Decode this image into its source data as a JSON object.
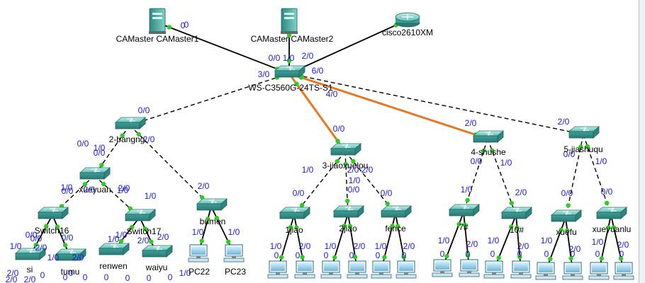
{
  "diagram": {
    "devices": [
      {
        "id": "camaster1",
        "kind": "server",
        "label": "CAMaster CAMaster1"
      },
      {
        "id": "camaster2",
        "kind": "server",
        "label": "CAMaster CAMaster2"
      },
      {
        "id": "cisco2610",
        "kind": "router",
        "label": "cisco2610XM"
      },
      {
        "id": "core",
        "kind": "switch",
        "label": "WS-C3560G-24TS-S1"
      },
      {
        "id": "bangong",
        "kind": "switch",
        "label": "2-bangng"
      },
      {
        "id": "jiaoxuelou",
        "kind": "switch",
        "label": "3-jiaoxuelou"
      },
      {
        "id": "shushe",
        "kind": "switch",
        "label": "4-shushe"
      },
      {
        "id": "jiashuqu",
        "kind": "switch",
        "label": "5-jiashuqu"
      },
      {
        "id": "xueyuan",
        "kind": "switch",
        "label": "xueyuan"
      },
      {
        "id": "bumen",
        "kind": "switch",
        "label": "bumen"
      },
      {
        "id": "switch16",
        "kind": "switch",
        "label": "Switch16"
      },
      {
        "id": "switch17",
        "kind": "switch",
        "label": "Switch17"
      },
      {
        "id": "si",
        "kind": "switch",
        "label": "si"
      },
      {
        "id": "tumu",
        "kind": "switch",
        "label": "tumu"
      },
      {
        "id": "renwen",
        "kind": "switch",
        "label": "renwen"
      },
      {
        "id": "waiyu",
        "kind": "switch",
        "label": "waiyu"
      },
      {
        "id": "1jiao",
        "kind": "switch",
        "label": "1jiao"
      },
      {
        "id": "2jiao",
        "kind": "switch",
        "label": "2jiao"
      },
      {
        "id": "fence",
        "kind": "switch",
        "label": "fence"
      },
      {
        "id": "7#",
        "kind": "switch",
        "label": "7#"
      },
      {
        "id": "10#",
        "kind": "switch",
        "label": "10#"
      },
      {
        "id": "xuefu",
        "kind": "switch",
        "label": "xuefu"
      },
      {
        "id": "xueyuanlu",
        "kind": "switch",
        "label": "xueyuanlu"
      },
      {
        "id": "pc22",
        "kind": "pc",
        "label": "PC22"
      },
      {
        "id": "pc23",
        "kind": "pc",
        "label": "PC23"
      },
      {
        "id": "pc_a1",
        "kind": "pc",
        "label": ""
      },
      {
        "id": "pc_a2",
        "kind": "pc",
        "label": ""
      },
      {
        "id": "pc_b1",
        "kind": "pc",
        "label": ""
      },
      {
        "id": "pc_b2",
        "kind": "pc",
        "label": ""
      },
      {
        "id": "pc_c1",
        "kind": "pc",
        "label": ""
      },
      {
        "id": "pc_c2",
        "kind": "pc",
        "label": ""
      },
      {
        "id": "pc_d1",
        "kind": "pc",
        "label": ""
      },
      {
        "id": "pc_d2",
        "kind": "pc",
        "label": ""
      },
      {
        "id": "pc_e1",
        "kind": "pc",
        "label": ""
      },
      {
        "id": "pc_e2",
        "kind": "pc",
        "label": ""
      },
      {
        "id": "pc_f1",
        "kind": "pc",
        "label": ""
      },
      {
        "id": "pc_f2",
        "kind": "pc",
        "label": ""
      },
      {
        "id": "pc_g1",
        "kind": "pc",
        "label": ""
      },
      {
        "id": "pc_g2",
        "kind": "pc",
        "label": ""
      }
    ],
    "links": [
      {
        "from": "camaster1",
        "to": "core",
        "style": "solid",
        "color": "#000000"
      },
      {
        "from": "camaster2",
        "to": "core",
        "style": "solid",
        "color": "#000000"
      },
      {
        "from": "cisco2610",
        "to": "core",
        "style": "solid",
        "color": "#000000"
      },
      {
        "from": "core",
        "to": "bangong",
        "style": "dashed",
        "color": "#000000"
      },
      {
        "from": "core",
        "to": "jiaoxuelou",
        "style": "solid",
        "color": "#e87722"
      },
      {
        "from": "core",
        "to": "shushe",
        "style": "solid",
        "color": "#e87722"
      },
      {
        "from": "core",
        "to": "jiashuqu",
        "style": "dashed",
        "color": "#000000"
      },
      {
        "from": "bangong",
        "to": "xueyuan",
        "style": "dashed",
        "color": "#000000"
      },
      {
        "from": "bangong",
        "to": "bumen",
        "style": "dashed",
        "color": "#000000"
      },
      {
        "from": "xueyuan",
        "to": "switch16",
        "style": "dashed",
        "color": "#000000"
      },
      {
        "from": "xueyuan",
        "to": "switch17",
        "style": "dashed",
        "color": "#000000"
      },
      {
        "from": "switch16",
        "to": "si",
        "style": "solid",
        "color": "#000000"
      },
      {
        "from": "switch16",
        "to": "tumu",
        "style": "solid",
        "color": "#000000"
      },
      {
        "from": "switch17",
        "to": "renwen",
        "style": "solid",
        "color": "#000000"
      },
      {
        "from": "switch17",
        "to": "waiyu",
        "style": "solid",
        "color": "#000000"
      },
      {
        "from": "bumen",
        "to": "pc22",
        "style": "solid",
        "color": "#000000"
      },
      {
        "from": "bumen",
        "to": "pc23",
        "style": "solid",
        "color": "#000000"
      },
      {
        "from": "jiaoxuelou",
        "to": "1jiao",
        "style": "dashed",
        "color": "#000000"
      },
      {
        "from": "jiaoxuelou",
        "to": "2jiao",
        "style": "dashed",
        "color": "#000000"
      },
      {
        "from": "jiaoxuelou",
        "to": "fence",
        "style": "dashed",
        "color": "#000000"
      },
      {
        "from": "shushe",
        "to": "7#",
        "style": "dashed",
        "color": "#000000"
      },
      {
        "from": "shushe",
        "to": "10#",
        "style": "dashed",
        "color": "#000000"
      },
      {
        "from": "jiashuqu",
        "to": "xuefu",
        "style": "dashed",
        "color": "#000000"
      },
      {
        "from": "jiashuqu",
        "to": "xueyuanlu",
        "style": "dashed",
        "color": "#000000"
      },
      {
        "from": "1jiao",
        "to": "pc_a1",
        "style": "solid",
        "color": "#000000"
      },
      {
        "from": "1jiao",
        "to": "pc_a2",
        "style": "solid",
        "color": "#000000"
      },
      {
        "from": "2jiao",
        "to": "pc_b1",
        "style": "solid",
        "color": "#000000"
      },
      {
        "from": "2jiao",
        "to": "pc_b2",
        "style": "solid",
        "color": "#000000"
      },
      {
        "from": "fence",
        "to": "pc_c1",
        "style": "solid",
        "color": "#000000"
      },
      {
        "from": "fence",
        "to": "pc_c2",
        "style": "solid",
        "color": "#000000"
      },
      {
        "from": "7#",
        "to": "pc_d1",
        "style": "solid",
        "color": "#000000"
      },
      {
        "from": "7#",
        "to": "pc_d2",
        "style": "solid",
        "color": "#000000"
      },
      {
        "from": "10#",
        "to": "pc_e1",
        "style": "solid",
        "color": "#000000"
      },
      {
        "from": "10#",
        "to": "pc_e2",
        "style": "solid",
        "color": "#000000"
      },
      {
        "from": "xuefu",
        "to": "pc_f1",
        "style": "solid",
        "color": "#000000"
      },
      {
        "from": "xuefu",
        "to": "pc_f2",
        "style": "solid",
        "color": "#000000"
      },
      {
        "from": "xueyuanlu",
        "to": "pc_g1",
        "style": "solid",
        "color": "#000000"
      },
      {
        "from": "xueyuanlu",
        "to": "pc_g2",
        "style": "solid",
        "color": "#000000"
      }
    ],
    "port_labels": [
      "0",
      "0/0",
      "1/0",
      "2/0",
      "3/0",
      "4/0",
      "6/0",
      "0/0",
      "0",
      "1/0",
      "2/0",
      "0/0",
      "1/0",
      "2/0",
      "0/0",
      "1/0",
      "2/0",
      "0/0",
      "1/0",
      "2/0",
      "0/0",
      "0/0",
      "0/0",
      "1/0",
      "2/0",
      "0/0",
      "0/0",
      "0/0",
      "1/0",
      "2/0",
      "0/0",
      "0/0",
      "1/0",
      "2/0",
      "0/0",
      "0/0",
      "1/0",
      "2/0",
      "1/0",
      "2/0",
      "1/0",
      "2/0",
      "1/0",
      "2/0",
      "1/0",
      "2/0",
      "1/0",
      "2/0",
      "1/0",
      "2/0",
      "1/0",
      "2/0",
      "1/0",
      "2/0",
      "1/0",
      "2/0",
      "1/0",
      "2/0",
      "1/0",
      "2/0",
      "0/0",
      "1/0",
      "2/0",
      "0",
      "0",
      "0",
      "0",
      "0",
      "0",
      "0",
      "0",
      "0",
      "0",
      "0",
      "0",
      "0",
      "0",
      "1/0",
      "1/0",
      "2/0",
      "2/0",
      "0",
      "0",
      "0",
      "0",
      "0",
      "0",
      "1/0",
      "2/0",
      "0",
      "0"
    ],
    "colors": {
      "link_label": "#1a1ad6",
      "port_dot": "#2ecc1f",
      "fiber": "#e87722",
      "device_teal": "#4fb3ab"
    }
  }
}
